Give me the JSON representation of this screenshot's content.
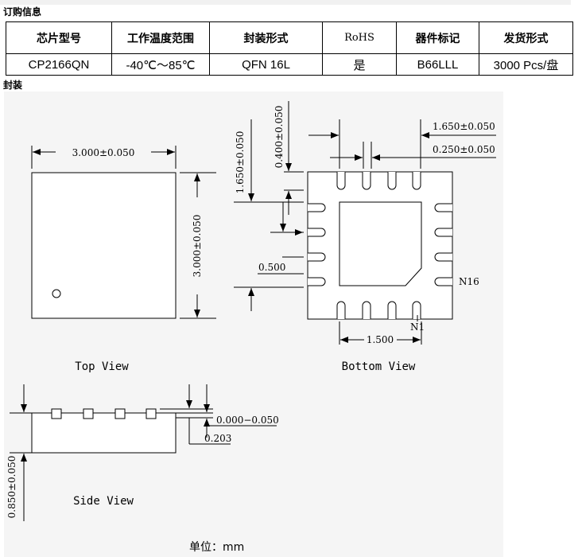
{
  "ordering": {
    "title": "订购信息",
    "headers": [
      "芯片型号",
      "工作温度范围",
      "封装形式",
      "RoHS",
      "器件标记",
      "发货形式"
    ],
    "row": [
      "CP2166QN",
      "-40℃～85℃",
      "QFN 16L",
      "是",
      "B66LLL",
      "3000 Pcs/盘"
    ]
  },
  "package": {
    "title": "封装",
    "top_view": {
      "label": "Top View",
      "width_dim": "3.000±0.050",
      "height_dim": "3.000±0.050"
    },
    "bottom_view": {
      "label": "Bottom View",
      "dim_pad_length": "0.400±0.050",
      "dim_pad_offset": "1.650±0.050",
      "dim_right_offset": "1.650±0.050",
      "dim_pad_width": "0.250±0.050",
      "dim_pitch": "0.500",
      "dim_epad": "1.500",
      "pin_n16": "N16",
      "pin_n1": "N1"
    },
    "side_view": {
      "label": "Side View",
      "dim_height": "0.850±0.050",
      "dim_standoff": "0.000−0.050",
      "dim_lead": "0.203"
    },
    "unit_label": "单位：mm"
  },
  "colors": {
    "diagram_background": "#f5f5f5",
    "line": "#000000"
  }
}
